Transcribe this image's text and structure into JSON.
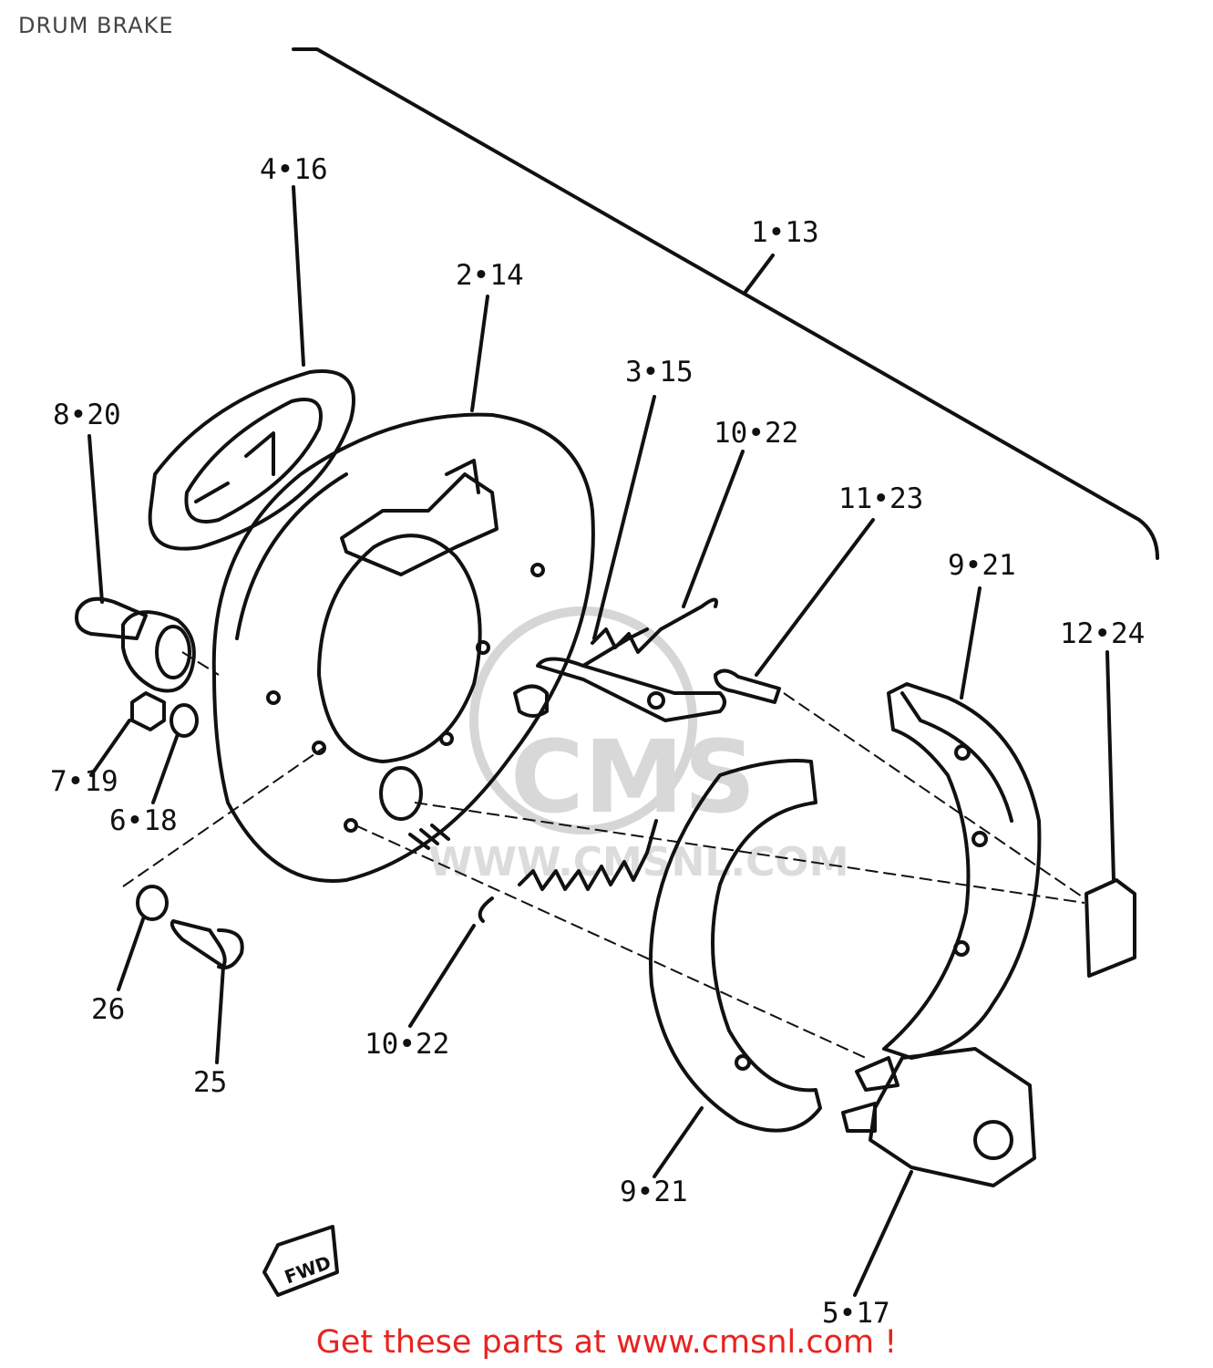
{
  "header": {
    "title": "DRUM BRAKE"
  },
  "watermark": {
    "brand": "CMS",
    "url": "WWW.CMSNL.COM"
  },
  "callouts": [
    {
      "id": "assembly",
      "label": "1•13"
    },
    {
      "id": "brake-plate",
      "label": "2•14"
    },
    {
      "id": "cam-lever",
      "label": "3•15"
    },
    {
      "id": "seal-ring",
      "label": "4•16"
    },
    {
      "id": "wheel-cylinder",
      "label": "5•17"
    },
    {
      "id": "washer-6",
      "label": "6•18"
    },
    {
      "id": "nut-7",
      "label": "7•19"
    },
    {
      "id": "camshaft",
      "label": "8•20"
    },
    {
      "id": "brake-shoe-upper",
      "label": "9•21"
    },
    {
      "id": "brake-shoe-lower",
      "label": "9•21"
    },
    {
      "id": "spring-upper",
      "label": "10•22"
    },
    {
      "id": "spring-lower",
      "label": "10•22"
    },
    {
      "id": "pin-11",
      "label": "11•23"
    },
    {
      "id": "clip-12",
      "label": "12•24"
    },
    {
      "id": "bolt-25",
      "label": "25"
    },
    {
      "id": "washer-26",
      "label": "26"
    },
    {
      "id": "fwd",
      "label": "FWD"
    }
  ],
  "footer": {
    "text": "Get these parts at www.cmsnl.com !"
  },
  "colors": {
    "ink": "#111111",
    "watermark": "#d0d0d0",
    "footer": "#e8231f"
  }
}
